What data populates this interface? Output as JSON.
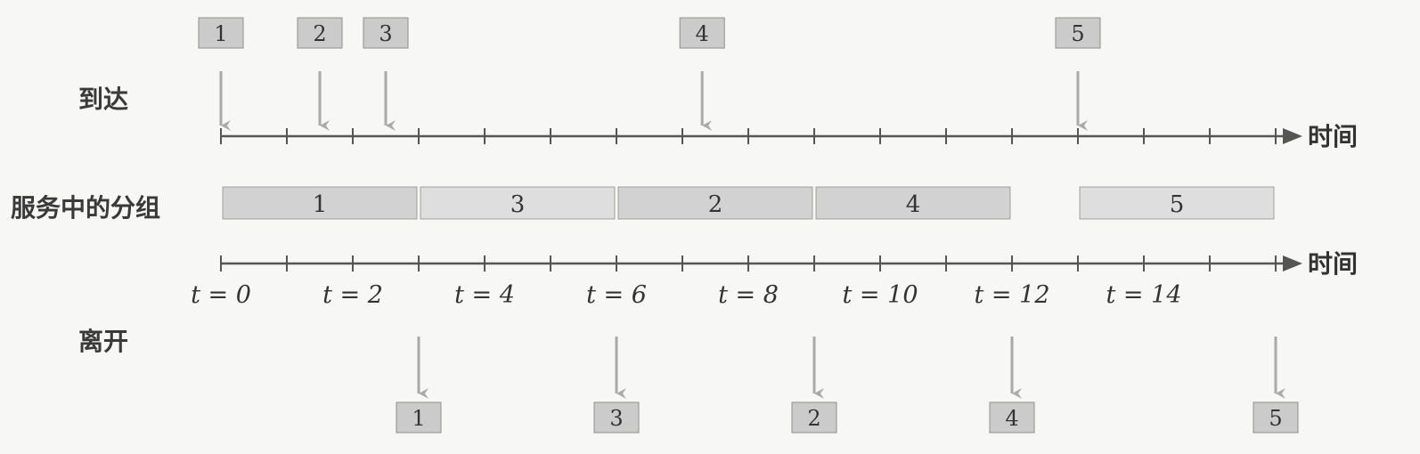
{
  "labels": {
    "arrival": "到达",
    "service": "服务中的分组",
    "departure": "离开",
    "time_axis": "时间"
  },
  "colors": {
    "axis": "#555555",
    "arrow": "#aaaaaa",
    "packet_fill": "#cbcbcb",
    "packet_border": "#8f8f8f",
    "service_fill": "#d2d2d2",
    "service_light": "#dedede",
    "text": "#333333"
  },
  "chart_data": {
    "type": "timeline",
    "x_unit": "t",
    "x_range": [
      0,
      16
    ],
    "tick_step": 1,
    "tick_labels": [
      {
        "t": 0,
        "text": "t = 0"
      },
      {
        "t": 2,
        "text": "t = 2"
      },
      {
        "t": 4,
        "text": "t = 4"
      },
      {
        "t": 6,
        "text": "t = 6"
      },
      {
        "t": 8,
        "text": "t = 8"
      },
      {
        "t": 10,
        "text": "t = 10"
      },
      {
        "t": 12,
        "text": "t = 12"
      },
      {
        "t": 14,
        "text": "t = 14"
      }
    ],
    "arrivals": [
      {
        "packet": "1",
        "t": 0
      },
      {
        "packet": "2",
        "t": 1.5
      },
      {
        "packet": "3",
        "t": 2.5
      },
      {
        "packet": "4",
        "t": 7.3
      },
      {
        "packet": "5",
        "t": 13
      }
    ],
    "service": [
      {
        "packet": "1",
        "start": 0,
        "end": 3
      },
      {
        "packet": "3",
        "start": 3,
        "end": 6
      },
      {
        "packet": "2",
        "start": 6,
        "end": 9
      },
      {
        "packet": "4",
        "start": 9,
        "end": 12
      },
      {
        "packet": "5",
        "start": 13,
        "end": 16
      }
    ],
    "departures": [
      {
        "packet": "1",
        "t": 3
      },
      {
        "packet": "3",
        "t": 6
      },
      {
        "packet": "2",
        "t": 9
      },
      {
        "packet": "4",
        "t": 12
      },
      {
        "packet": "5",
        "t": 16
      }
    ]
  }
}
